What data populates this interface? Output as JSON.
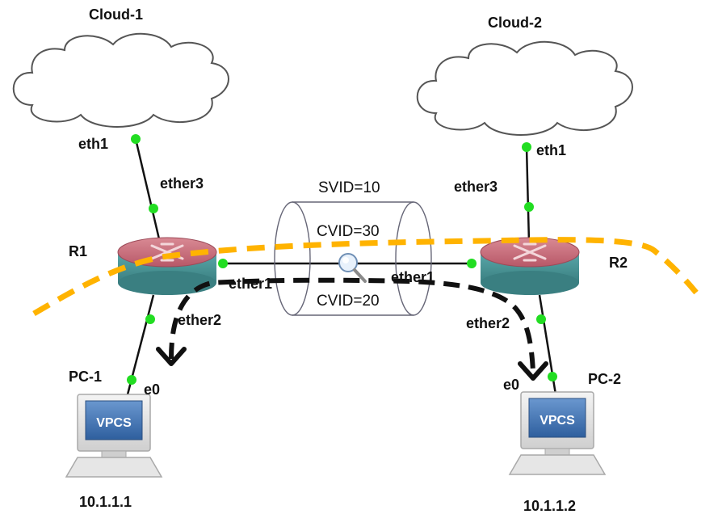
{
  "clouds": [
    {
      "label": "Cloud-1"
    },
    {
      "label": "Cloud-2"
    }
  ],
  "routers": [
    {
      "label": "R1"
    },
    {
      "label": "R2"
    }
  ],
  "pcs": [
    {
      "label": "PC-1",
      "screen_text": "VPCS",
      "ip": "10.1.1.1"
    },
    {
      "label": "PC-2",
      "screen_text": "VPCS",
      "ip": "10.1.1.2"
    }
  ],
  "interfaces": {
    "cloud1_eth": "eth1",
    "r1_ether3": "ether3",
    "r1_ether1": "ether1",
    "r1_ether2": "ether2",
    "pc1_e0": "e0",
    "cloud2_eth": "eth1",
    "r2_ether3": "ether3",
    "r2_ether1": "ether1",
    "r2_ether2": "ether2",
    "pc2_e0": "e0"
  },
  "tunnel": {
    "svid": "SVID=10",
    "cvid_top": "CVID=30",
    "cvid_bottom": "CVID=20"
  },
  "colors": {
    "port_green": "#22dd22",
    "service_path_orange": "#ffb300",
    "customer_path_black": "#111111",
    "router_top": "#c96a77",
    "router_body": "#4f9a9c",
    "cloud_stroke": "#555555",
    "link": "#111111"
  }
}
